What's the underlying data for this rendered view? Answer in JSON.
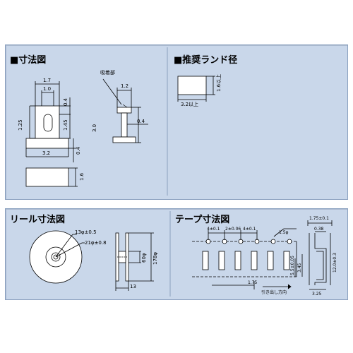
{
  "colors": {
    "panel_bg": "#c9d7ea",
    "part_fill": "#ffffff",
    "line": "#000000",
    "frame": "#8aa0bf"
  },
  "sections": {
    "dimension": {
      "title": "■寸法図",
      "labels": {
        "w_1_7": "1.7",
        "w_1_0": "1.0",
        "suction": "吸着部",
        "w_1_2": "1.2",
        "h_1_25": "1.25",
        "h_0_4a": "0.4",
        "h_1_45": "1.45",
        "h_3_0": "3.0",
        "h_0_4b": "0.4",
        "w_3_2": "3.2",
        "h_0_4c": "0.4",
        "h_1_6": "1.6"
      }
    },
    "land": {
      "title": "■推奨ランド径",
      "labels": {
        "w_3_2": "3.2以上",
        "h_1_6": "1.6以上"
      }
    },
    "reel": {
      "title": "リール寸法図",
      "labels": {
        "hole": "13φ±0.5",
        "hub": "21φ±0.8",
        "d_60": "60φ",
        "d_178": "178φ",
        "w_13": "13"
      }
    },
    "tape": {
      "title": "テープ寸法図",
      "labels": {
        "p_4a": "4±0.1",
        "p_2": "2±0.06",
        "p_4b": "4±0.1",
        "hole": "1.5φ",
        "e_1_75": "1.75±0.1",
        "t_0_38": "0.38",
        "w_5_5": "5.5±0.05",
        "w_12": "12.0±0.3",
        "w_3_45": "3.45",
        "w_3_25": "3.25",
        "w_1_75b": "1.75",
        "direction": "引き出し方向"
      }
    }
  }
}
